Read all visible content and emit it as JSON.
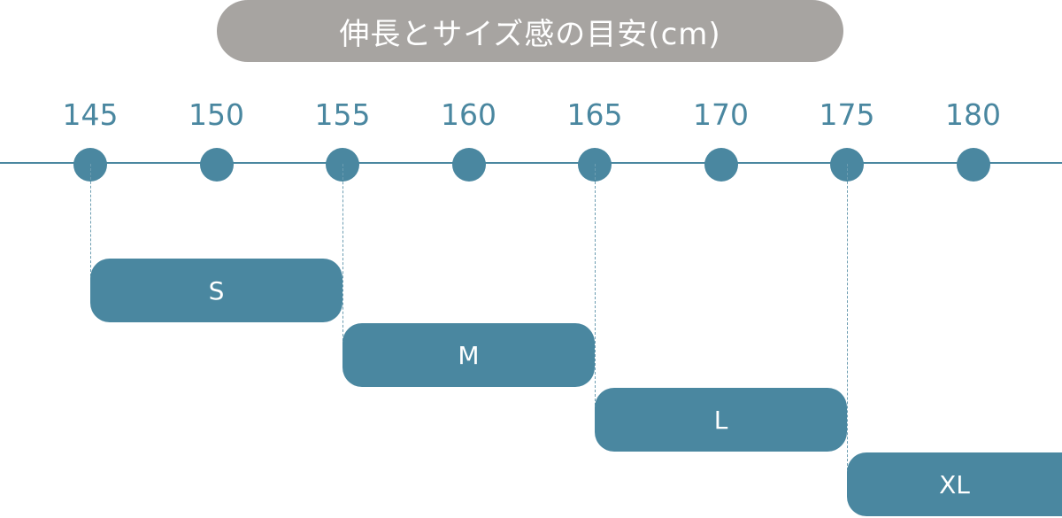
{
  "title": "伸長とサイズ感の目安(cm)",
  "colors": {
    "accent": "#4a87a0",
    "title_background": "#a7a4a1",
    "title_text": "#ffffff",
    "bar_text": "#ffffff"
  },
  "scale": {
    "ticks": [
      "145",
      "150",
      "155",
      "160",
      "165",
      "170",
      "175",
      "180"
    ]
  },
  "sizes": [
    {
      "label": "S",
      "min": 145,
      "max": 155
    },
    {
      "label": "M",
      "min": 155,
      "max": 165
    },
    {
      "label": "L",
      "min": 165,
      "max": 175
    },
    {
      "label": "XL",
      "min": 175,
      "max": 185
    }
  ]
}
